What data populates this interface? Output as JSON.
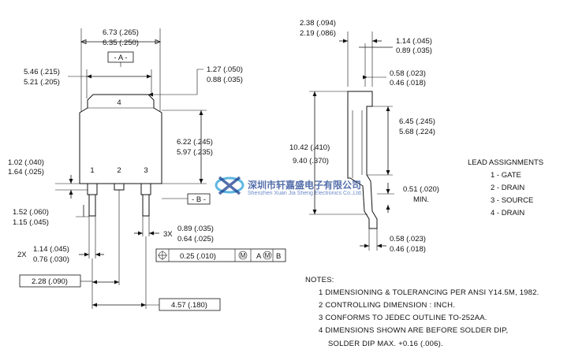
{
  "front": {
    "width_total": "6.73 (.265)",
    "width_total_min": "6.35 (.250)",
    "datum_a": "- A -",
    "tab_width": "5.46 (.215)",
    "tab_width_min": "5.21 (.205)",
    "tab_step": "1.27 (.050)",
    "tab_step_min": "0.88 (.035)",
    "pin4": "4",
    "body_height": "6.22 (.245)",
    "body_height_min": "5.97 (.235)",
    "pin1": "1",
    "pin2": "2",
    "pin3": "3",
    "lead_offset": "1.02 (.040)",
    "lead_offset_min": "1.64 (.025)",
    "datum_b": "- B -",
    "lead_wide": "1.52 (.060)",
    "lead_wide_min": "1.15 (.045)",
    "lead_width_3x": "3X",
    "lead_width": "0.89 (.035)",
    "lead_width_min": "0.64 (.025)",
    "lead_2x": "2X",
    "lead_pitch": "1.14 (.045)",
    "lead_pitch_min": "0.76 (.030)",
    "fcf_tol": "0.25  (.010)",
    "fcf_m1": "M",
    "fcf_a": "A",
    "fcf_m2": "M",
    "fcf_b": "B",
    "pitch_box": "2.28  (.090)",
    "span_box": "4.57  (.180)"
  },
  "side": {
    "thickness": "2.38 (.094)",
    "thickness_min": "2.19 (.086)",
    "tab_thick": "1.14 (.045)",
    "tab_thick_min": "0.89 (.035)",
    "lead_thick_top": "0.58 (.023)",
    "lead_thick_top_min": "0.46 (.018)",
    "overall_len": "10.42 (.410)",
    "overall_len_min": "9.40 (.370)",
    "body_len": "6.45 (.245)",
    "body_len_min": "5.68 (.224)",
    "standoff": "0.51 (.020)",
    "standoff_min": "MIN.",
    "lead_thick_bot": "0.58 (.023)",
    "lead_thick_bot_min": "0.46 (.018)"
  },
  "lead_assignments": {
    "title": "LEAD ASSIGNMENTS",
    "items": [
      "1 - GATE",
      "2 - DRAIN",
      "3 - SOURCE",
      "4 - DRAIN"
    ]
  },
  "watermark": {
    "chinese": "深圳市轩嘉盛电子有限公司",
    "english": "Shenzhen Xuan Jia Sheng Electronics Co.,Ltd."
  },
  "notes": {
    "title": "NOTES:",
    "items": [
      "1  DIMENSIONING & TOLERANCING PER ANSI Y14.5M, 1982.",
      "2  CONTROLLING DIMENSION : INCH.",
      "3  CONFORMS TO JEDEC OUTLINE TO-252AA.",
      "4  DIMENSIONS SHOWN ARE BEFORE SOLDER DIP,",
      "SOLDER DIP MAX. +0.16 (.006)."
    ]
  }
}
